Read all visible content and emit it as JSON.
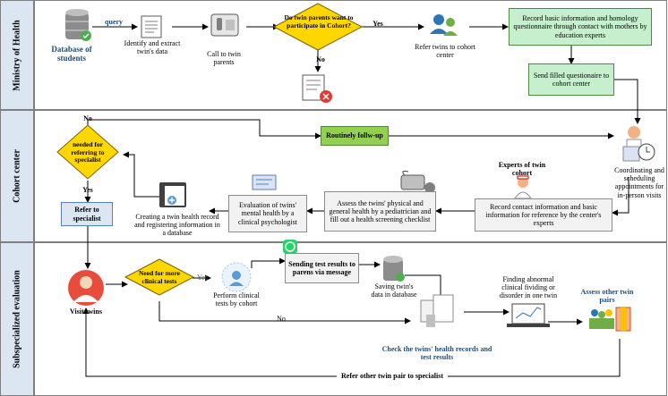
{
  "lanes": [
    {
      "label": "Ministry of Health"
    },
    {
      "label": "Cohort center"
    },
    {
      "label": "Subspecialized evaluation"
    }
  ],
  "ministry": {
    "database": "Database of students",
    "query": "query",
    "identify": "Identify and extract twin's data",
    "call": "Call to twin parents",
    "decision": "Do twin parents want to participate in Cohort?",
    "yes": "Yes",
    "no": "No",
    "refer": "Refer twins to cohort center",
    "record": "Record basic information and homology questionnaire through contact with mothers by education experts",
    "send": "Send filled questionaire to cohort center"
  },
  "cohort": {
    "no": "No",
    "routinely": "Routinely follw-up",
    "decision": "needed for referring to specialist",
    "yes": "Yes",
    "refer_specialist": "Refer to specialist",
    "creating": "Creating a twin health record and registering information in a database",
    "evaluation": "Evaluation of twins' mental health by a clinical psychologist",
    "assess": "Assess the twins' physical and general health by a pediatrician and fill out a health screening checklist",
    "experts": "Experts of twin cohort",
    "record_contact": "Record contact information and basic information for reference by the center's experts",
    "coordinating": "Coordinating and scheduling appointments for in-person visits"
  },
  "sub": {
    "visit": "Visit twins",
    "decision": "Need for more clinical tests",
    "yes": "Yes",
    "no": "No",
    "perform": "Perform clinical tests by cohort",
    "sending": "Sending test results to parens via message",
    "saving": "Saving twin's data in database",
    "finding": "Finding abnormal clinical fividing or disorder in one twin",
    "assess_other": "Assess other twin pairs",
    "check": "Check the twins' health records and test results",
    "refer_other": "Refer other twin pair to specialist"
  },
  "colors": {
    "lane_bg": "#dce6f2",
    "decision": "#ffd700",
    "green_box": "#c6efce",
    "bright_box": "#92d050",
    "blue_text": "#1f4e79"
  }
}
